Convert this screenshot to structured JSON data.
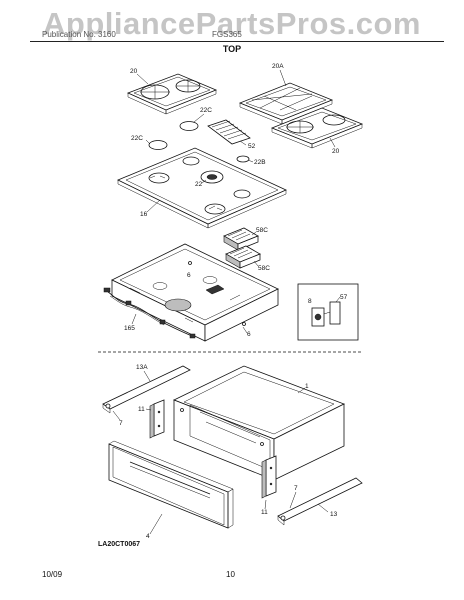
{
  "watermark": "AppliancePartsPros.com",
  "header": {
    "left": "Publication No. 3160",
    "right": "FGS365",
    "section_title": "TOP"
  },
  "diagram_code": "LA20CT0067",
  "footer": {
    "date": "10/09",
    "page": "10"
  },
  "callouts": {
    "grate_left": "20",
    "grate_right_a": "20A",
    "grate_right_b": "20",
    "cap_c1": "22C",
    "cap_c2": "22C",
    "cap_b": "22B",
    "cap_main": "22",
    "vent": "52",
    "cooktop": "16",
    "burner_c1": "58C",
    "burner_c2": "58C",
    "pan": "6",
    "pan_lower": "6",
    "ignitor_harness": "165",
    "valve": "8",
    "bracket": "57",
    "rail_left_num": "13A",
    "rail_left_screw": "7",
    "bracket_left": "11",
    "drawer": "1",
    "drawer_front": "4",
    "bracket_right": "11",
    "rail_right_screw": "7",
    "rail_right_num": "13"
  }
}
